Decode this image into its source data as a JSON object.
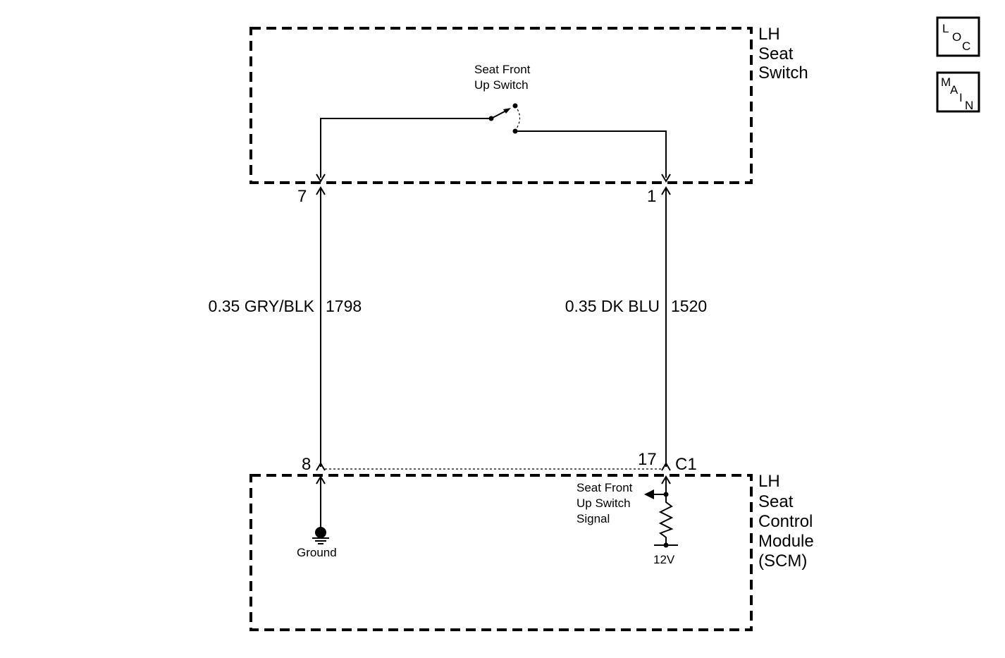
{
  "components": {
    "seat_switch": {
      "name_lines": [
        "LH",
        "Seat",
        "Switch"
      ]
    },
    "scm": {
      "name_lines": [
        "LH",
        "Seat",
        "Control",
        "Module",
        "(SCM)"
      ]
    }
  },
  "switch_label": [
    "Seat Front",
    "Up Switch"
  ],
  "pins": {
    "switch_left": "7",
    "switch_right": "1",
    "scm_left": "8",
    "scm_right": "17",
    "connector": "C1"
  },
  "wires": {
    "left": {
      "label": "0.35 GRY/BLK",
      "circuit": "1798"
    },
    "right": {
      "label": "0.35 DK BLU",
      "circuit": "1520"
    }
  },
  "ground_label": "Ground",
  "signal_label": [
    "Seat Front",
    "Up Switch",
    "Signal"
  ],
  "voltage_label": "12V",
  "nav": {
    "loc": [
      "L",
      "O",
      "C"
    ],
    "main": [
      "M",
      "A",
      "I",
      "N"
    ]
  }
}
